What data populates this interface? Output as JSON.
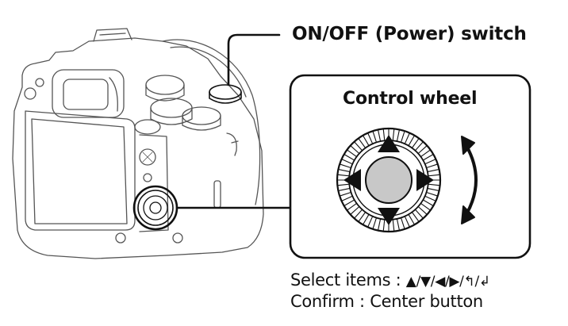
{
  "callouts": {
    "power_switch": "ON/OFF (Power) switch",
    "control_wheel": "Control wheel"
  },
  "instructions": {
    "select_label": "Select items :",
    "select_keys": "▲/▼/◀/▶/",
    "select_rotate": "↰/↲",
    "confirm_label": "Confirm :",
    "confirm_value": "Center button"
  },
  "colors": {
    "line": "#111111",
    "center_button": "#c8c8c8",
    "background": "#ffffff"
  }
}
